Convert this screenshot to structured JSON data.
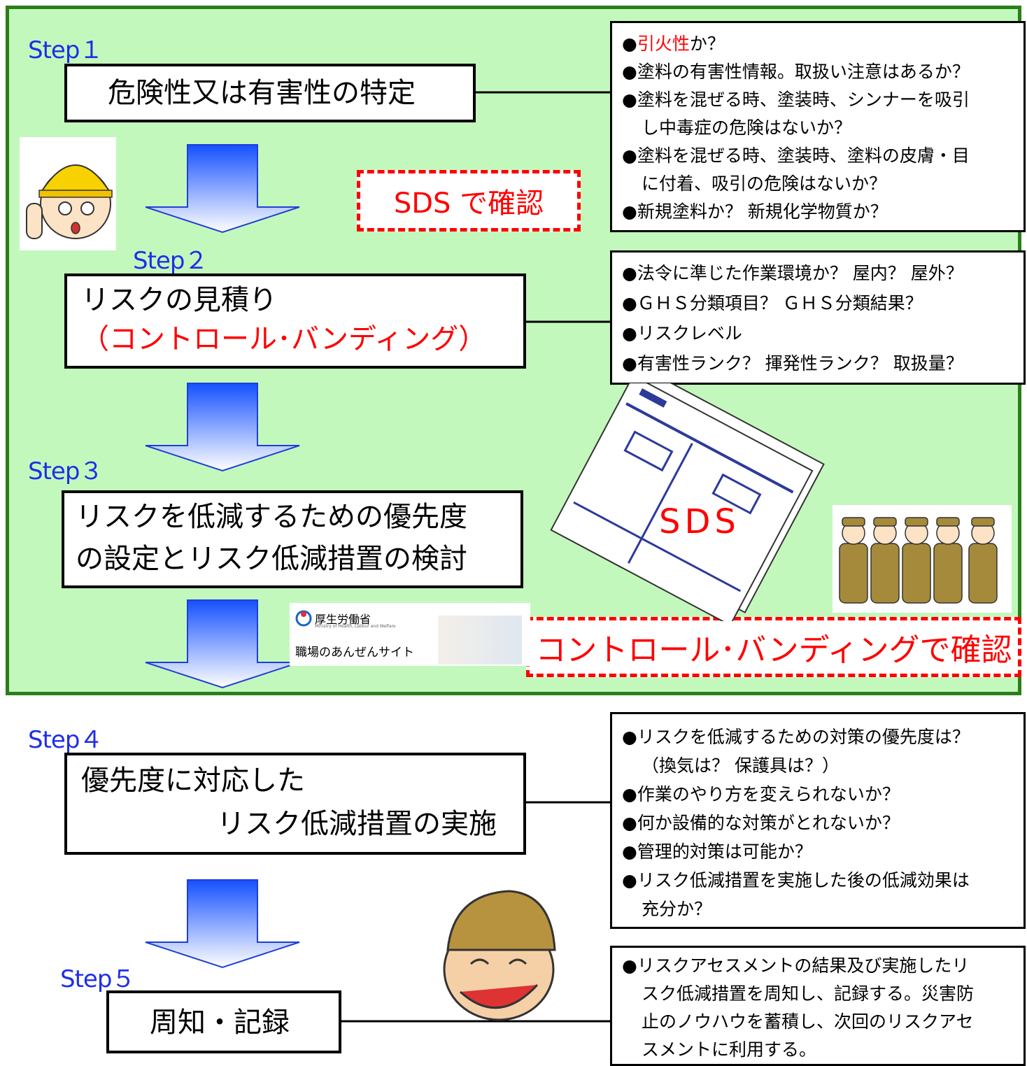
{
  "steps": {
    "s1": {
      "label": "Step１",
      "title": "危険性又は有害性の特定"
    },
    "s2": {
      "label": "Step２",
      "title_line1": "リスクの見積り",
      "title_line2": "（コントロール･バンディング）"
    },
    "s3": {
      "label": "Step３",
      "title_line1": "リスクを低減するための優先度",
      "title_line2": "の設定とリスク低減措置の検討"
    },
    "s4": {
      "label": "Step４",
      "title_line1": "優先度に対応した",
      "title_line2": "リスク低減措置の実施"
    },
    "s5": {
      "label": "Step５",
      "title": "周知・記録"
    }
  },
  "info1": {
    "item1_red": "引火性",
    "item1_rest": "か？",
    "item2": "塗料の有害性情報。取扱い注意はあるか？",
    "item3a": "塗料を混ぜる時、塗装時、シンナーを吸引",
    "item3b": "し中毒症の危険はないか？",
    "item4a": "塗料を混ぜる時、塗装時、塗料の皮膚・目",
    "item4b": "に付着、吸引の危険はないか？",
    "item5": "新規塗料か？ 新規化学物質か？"
  },
  "info2": {
    "items": [
      "法令に準じた作業環境か？ 屋内？ 屋外？",
      "ＧＨＳ分類項目？ ＧＨＳ分類結果？",
      "リスクレベル",
      "有害性ランク？ 揮発性ランク？ 取扱量？"
    ]
  },
  "info4": {
    "item1a": "リスクを低減するための対策の優先度は？",
    "item1b": "（換気は？ 保護具は？）",
    "item2": "作業のやり方を変えられないか？",
    "item3": "何か設備的な対策がとれないか？",
    "item4": "管理的対策は可能か？",
    "item5a": "リスク低減措置を実施した後の低減効果は",
    "item5b": "充分か？"
  },
  "info5": {
    "line1": "リスクアセスメントの結果及び実施したリ",
    "line2": "スク低減措置を周知し、記録する。災害防",
    "line3": "止のノウハウを蓄積し、次回のリスクアセ",
    "line4": "スメントに利用する。"
  },
  "bullet": "●",
  "callouts": {
    "sds_check": "SDS で確認",
    "cb_check": "コントロール･バンディングで確認"
  },
  "sds_doc_label": "SDS",
  "site_banner": {
    "ministry": "厚生労働省",
    "ministry_en": "Ministry of Health, Labour and Welfare",
    "site_name": "職場のあんぜんサイト"
  },
  "colors": {
    "green_bg": "#c3f8bd",
    "green_border": "#2b7f1a",
    "step_blue": "#1f2ee8",
    "red": "#ff0000",
    "arrow_top": "#1550ff",
    "arrow_bottom": "#ffffff"
  }
}
